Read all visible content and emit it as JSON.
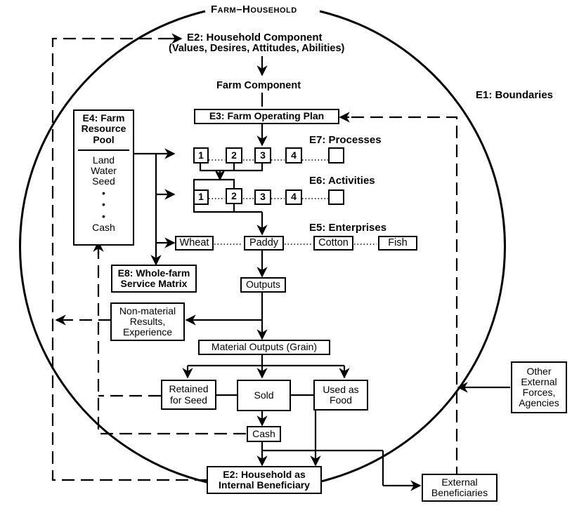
{
  "title": "Farm–Household",
  "labels": {
    "boundaries": "E1: Boundaries",
    "household_component": "E2:  Household Component",
    "household_attributes": "(Values, Desires, Attitudes, Abilities)",
    "farm_component": "Farm Component",
    "processes": "E7: Processes",
    "activities": "E6: Activities",
    "enterprises": "E5: Enterprises"
  },
  "boxes": {
    "operating_plan": "E3: Farm Operating Plan",
    "resource_pool_title": [
      "E4: Farm",
      "Resource",
      "Pool"
    ],
    "resource_pool_items": [
      "Land",
      "Water",
      "Seed",
      "•",
      "•",
      "•",
      "Cash"
    ],
    "service_matrix": [
      "E8: Whole-farm",
      "Service Matrix"
    ],
    "outputs": "Outputs",
    "non_material": [
      "Non-material",
      "Results,",
      "Experience"
    ],
    "material_outputs": "Material Outputs (Grain)",
    "retained": [
      "Retained",
      "for Seed"
    ],
    "sold": "Sold",
    "used_food": [
      "Used as",
      "Food"
    ],
    "cash": "Cash",
    "internal_beneficiary": [
      "E2: Household as",
      "Internal Beneficiary"
    ],
    "external_beneficiaries": [
      "External",
      "Beneficiaries"
    ],
    "other_forces": [
      "Other",
      "External",
      "Forces,",
      "Agencies"
    ]
  },
  "processes": [
    "1",
    "2",
    "3",
    "4",
    ""
  ],
  "activities": [
    "1",
    "2",
    "3",
    "4",
    ""
  ],
  "enterprises": [
    "Wheat",
    "Paddy",
    "Cotton",
    "Fish"
  ],
  "dots": {
    "short": "....",
    "long": "......"
  }
}
